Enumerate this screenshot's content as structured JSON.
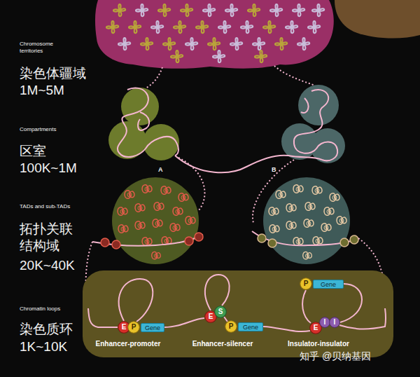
{
  "diagram": {
    "nodes": [
      {
        "text": [
          "Enhancer-promoter",
          "Enhancer-silencer",
          "Insulator-insulator"
        ]
      },
      {
        "text": [
          "E"
        ],
        "in": 0
      },
      {
        "text": [
          "P"
        ],
        "in": 0
      },
      {
        "text": [
          "Gene"
        ],
        "in": 0
      },
      {
        "text": [
          "E"
        ],
        "in": 0
      },
      {
        "text": [
          "S"
        ],
        "in": 0
      },
      {
        "text": [
          "P"
        ],
        "in": 0
      },
      {
        "text": [
          "Gene"
        ],
        "in": 0
      },
      {
        "text": [
          "P"
        ],
        "in": 0
      },
      {
        "text": [
          "Gene"
        ],
        "in": 0
      },
      {
        "text": [
          "E"
        ],
        "in": 0
      },
      {
        "text": [
          "I"
        ],
        "in": 0
      },
      {
        "text": [
          "I"
        ],
        "in": 0
      }
    ],
    "labels": [
      "Chromosome territories",
      "染色体疆域",
      "1M~5M",
      "Compartments",
      "区室",
      "100K~1M",
      "TADs and sub-TADs",
      "拓扑关联 结构域",
      "20K~40K",
      "Chromatin loops",
      "染色质环",
      "1K~10K",
      "A",
      "B",
      "知乎 @贝纳基因"
    ]
  }
}
